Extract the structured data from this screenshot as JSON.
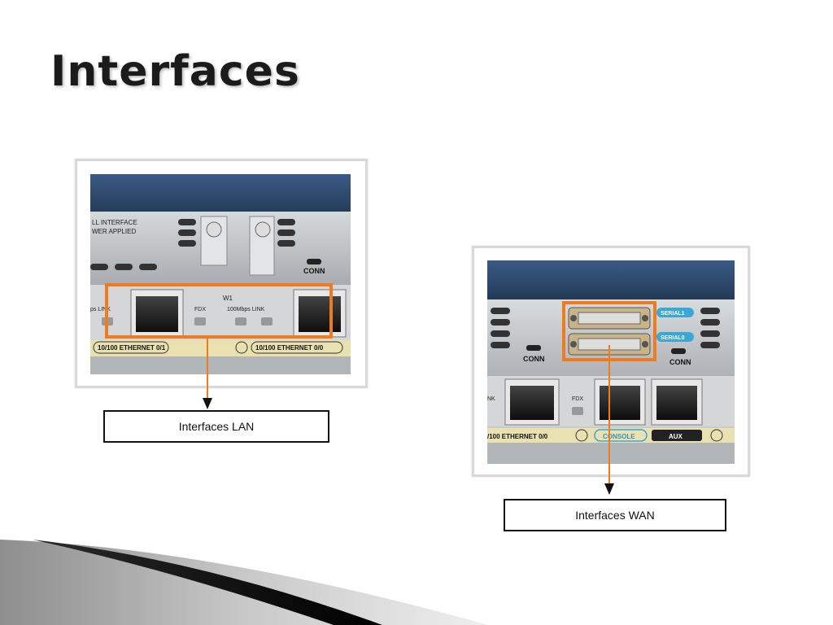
{
  "slide": {
    "title": "Interfaces"
  },
  "lan_photo": {
    "callout_label": "Interfaces LAN",
    "texts": {
      "top_left_line1": "LL INTERFACE",
      "top_left_line2": "WER APPLIED",
      "conn": "CONN",
      "w1": "W1",
      "link_left": "ps LINK",
      "fdx": "FDX",
      "speed_link": "100Mbps LINK",
      "eth1": "10/100 ETHERNET 0/1",
      "eth0": "10/100 ETHERNET 0/0"
    }
  },
  "wan_photo": {
    "callout_label": "Interfaces WAN",
    "texts": {
      "serial1": "SERIAL1",
      "serial0": "SERIAL0",
      "conn_left": "CONN",
      "conn_right": "CONN",
      "nk": "NK",
      "fdx": "FDX",
      "eth0": "/100 ETHERNET 0/0",
      "console": "CONSOLE",
      "aux": "AUX"
    }
  },
  "colors": {
    "highlight": "#f07a1e",
    "panel_blue": "#2e4a6e",
    "metal": "#bfc3c6"
  }
}
